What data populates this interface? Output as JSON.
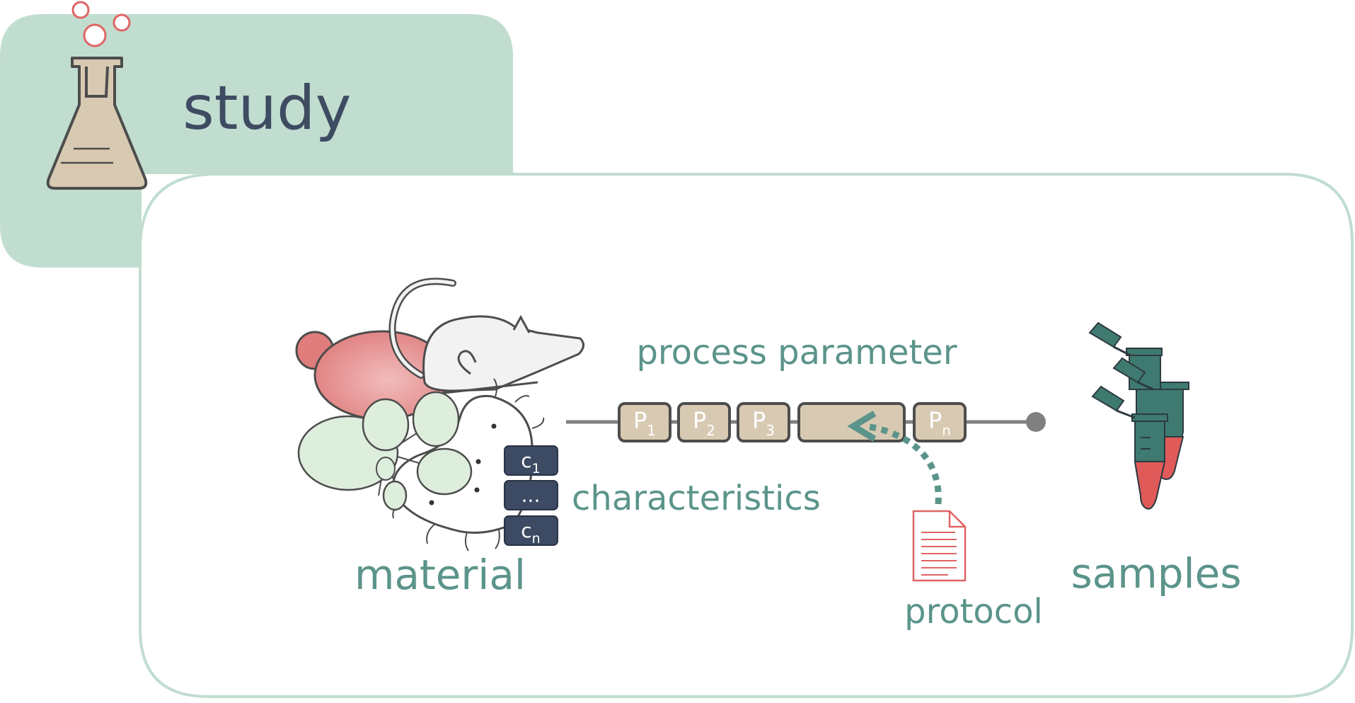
{
  "study": {
    "title": "study"
  },
  "labels": {
    "process_parameter": "process parameter",
    "characteristics": "characteristics",
    "material": "material",
    "protocol": "protocol",
    "samples": "samples"
  },
  "characteristics": [
    {
      "base": "c",
      "sub": "1"
    },
    {
      "base": "...",
      "sub": ""
    },
    {
      "base": "c",
      "sub": "n"
    }
  ],
  "parameters": [
    {
      "base": "P",
      "sub": "1"
    },
    {
      "base": "P",
      "sub": "2"
    },
    {
      "base": "P",
      "sub": "3"
    },
    {
      "base": "",
      "sub": ""
    },
    {
      "base": "P",
      "sub": "n"
    }
  ],
  "colors": {
    "study_bg": "#c1ddd0",
    "teal_text": "#5b948a",
    "dark_text": "#3e4c62",
    "param_fill": "#d8cab2",
    "param_stroke": "#4d4d4d",
    "char_fill": "#3c4b63",
    "protocol_red": "#e06464",
    "tube_teal": "#3f7a70",
    "tube_red": "#e15a5a",
    "flask_fill": "#d8cab2"
  },
  "icons": [
    "flask-icon",
    "bubbles-icon",
    "mouse-icon",
    "plant-icon",
    "bacterium-icon",
    "balloon-icon",
    "document-icon",
    "sample-tubes-icon",
    "dotted-arrow-icon"
  ]
}
